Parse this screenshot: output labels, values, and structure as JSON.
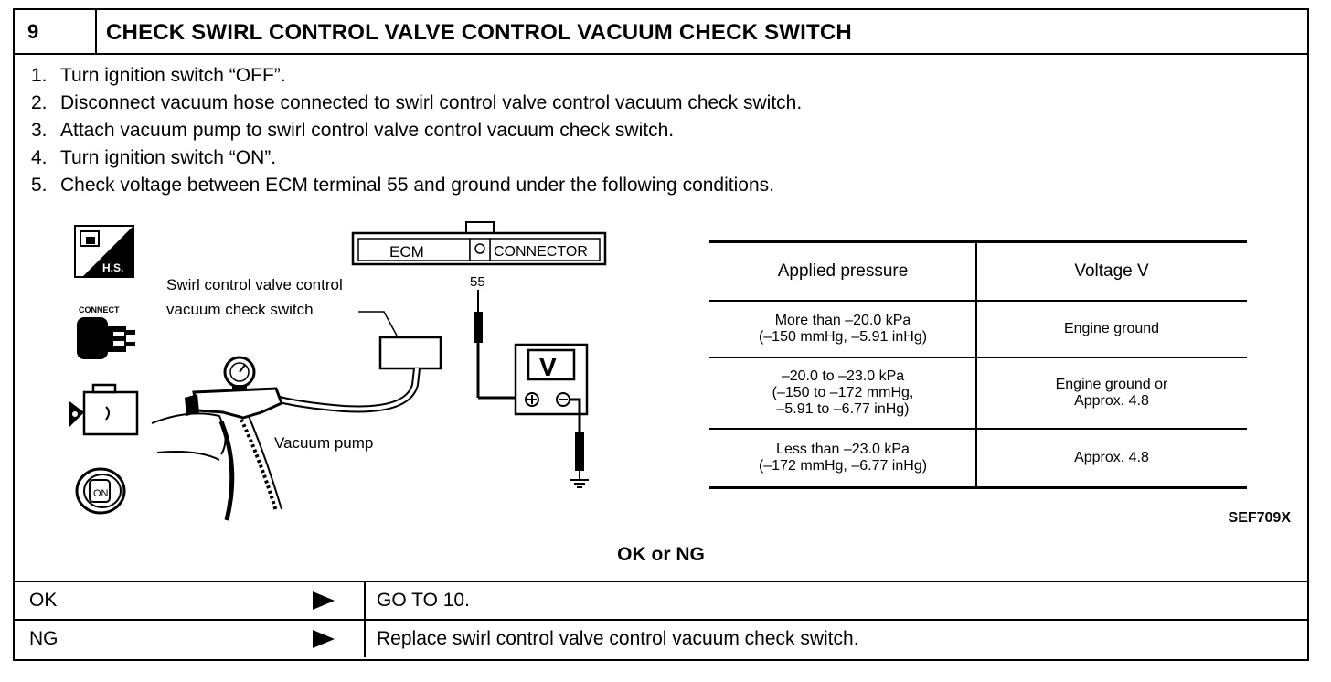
{
  "header": {
    "step_number": "9",
    "title": "CHECK SWIRL CONTROL VALVE CONTROL VACUUM CHECK SWITCH"
  },
  "steps": [
    {
      "num": "1.",
      "text": "Turn ignition switch “OFF”."
    },
    {
      "num": "2.",
      "text": "Disconnect vacuum hose connected to swirl control valve control vacuum check switch."
    },
    {
      "num": "3.",
      "text": "Attach vacuum pump to swirl control valve control vacuum check switch."
    },
    {
      "num": "4.",
      "text": "Turn ignition switch “ON”."
    },
    {
      "num": "5.",
      "text": "Check voltage between ECM terminal 55 and ground under the following conditions."
    }
  ],
  "figure": {
    "icons": [
      {
        "name": "hs-tool-icon",
        "label": "H.S."
      },
      {
        "name": "connect-icon",
        "label": "CONNECT"
      },
      {
        "name": "engine-icon",
        "label": ""
      },
      {
        "name": "ignition-on-icon",
        "label": "ON"
      }
    ],
    "ecm_label": "ECM",
    "connector_label": "CONNECTOR",
    "terminal": "55",
    "switch_label_line1": "Swirl control valve control",
    "switch_label_line2": "vacuum check switch",
    "meter_label": "V",
    "pump_label": "Vacuum pump",
    "figure_code": "SEF709X"
  },
  "table": {
    "headers": [
      "Applied pressure",
      "Voltage V"
    ],
    "rows": [
      {
        "pressure": [
          "More than –20.0 kPa",
          "(–150 mmHg, –5.91 inHg)"
        ],
        "voltage": [
          "Engine ground"
        ]
      },
      {
        "pressure": [
          "–20.0 to –23.0 kPa",
          "(–150 to –172 mmHg,",
          "–5.91 to –6.77 inHg)"
        ],
        "voltage": [
          "Engine ground or",
          "Approx. 4.8"
        ]
      },
      {
        "pressure": [
          "Less than –23.0 kPa",
          "(–172 mmHg, –6.77 inHg)"
        ],
        "voltage": [
          "Approx. 4.8"
        ]
      }
    ]
  },
  "result": {
    "prompt": "OK or NG",
    "ok": {
      "key": "OK",
      "action": "GO TO 10."
    },
    "ng": {
      "key": "NG",
      "action": "Replace swirl control valve control vacuum check switch."
    }
  }
}
